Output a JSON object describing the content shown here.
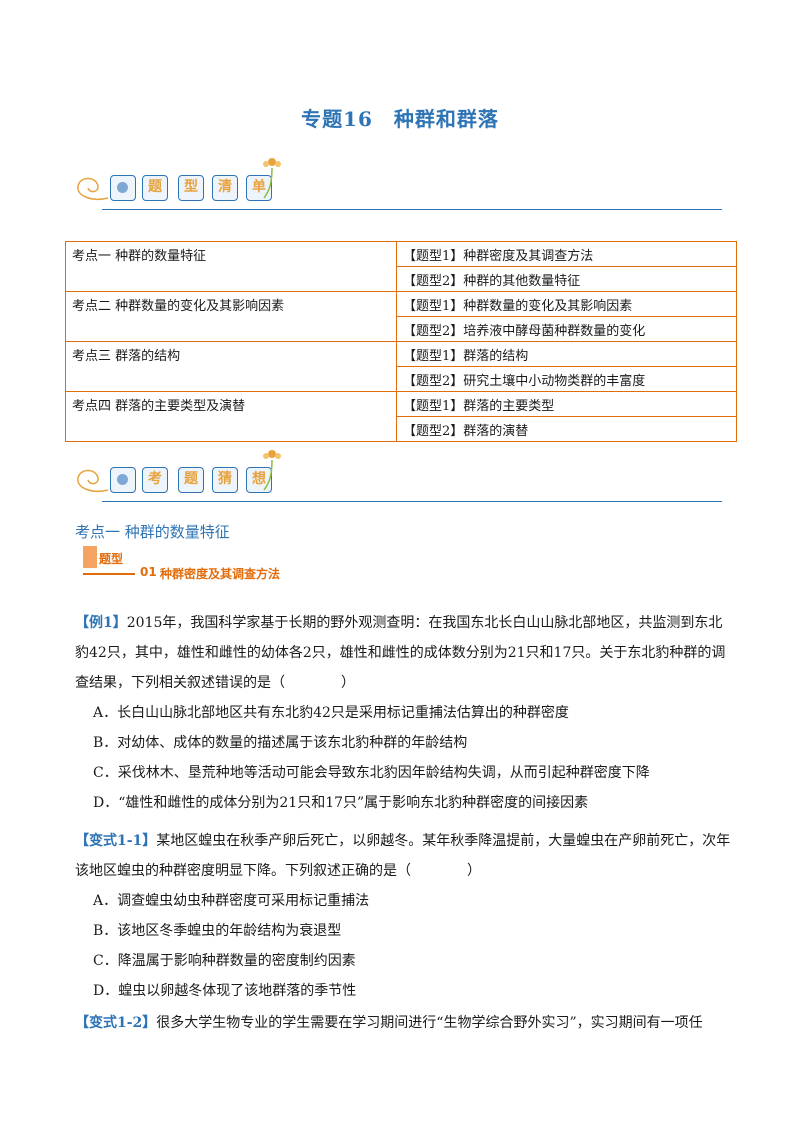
{
  "title": "专题16　种群和群落",
  "banner1": {
    "chars": [
      "题",
      "型",
      "清",
      "单"
    ]
  },
  "banner2": {
    "chars": [
      "考",
      "题",
      "猜",
      "想"
    ]
  },
  "toc": [
    {
      "kaodian": "考点一  种群的数量特征",
      "tixing": [
        "【题型1】种群密度及其调查方法",
        "【题型2】种群的其他数量特征"
      ]
    },
    {
      "kaodian": "考点二  种群数量的变化及其影响因素",
      "tixing": [
        "【题型1】种群数量的变化及其影响因素",
        "【题型2】培养液中酵母菌种群数量的变化"
      ]
    },
    {
      "kaodian": "考点三  群落的结构",
      "tixing": [
        "【题型1】群落的结构",
        "【题型2】研究土壤中小动物类群的丰富度"
      ]
    },
    {
      "kaodian": "考点四  群落的主要类型及演替",
      "tixing": [
        "【题型1】群落的主要类型",
        "【题型2】群落的演替"
      ]
    }
  ],
  "section_heading": "考点一  种群的数量特征",
  "tixing_badge": {
    "label": "题型",
    "num": "01",
    "title": "种群密度及其调查方法"
  },
  "example1": {
    "tag": "【例1】",
    "stem": "2015年，我国科学家基于长期的野外观测查明：在我国东北长白山山脉北部地区，共监测到东北豹42只，其中，雄性和雌性的幼体各2只，雄性和雌性的成体数分别为21只和17只。关于东北豹种群的调查结果，下列相关叙述错误的是（　　　　）",
    "options": [
      "A．长白山山脉北部地区共有东北豹42只是采用标记重捕法估算出的种群密度",
      "B．对幼体、成体的数量的描述属于该东北豹种群的年龄结构",
      "C．采伐林木、垦荒种地等活动可能会导致东北豹因年龄结构失调，从而引起种群密度下降",
      "D．“雄性和雌性的成体分别为21只和17只”属于影响东北豹种群密度的间接因素"
    ]
  },
  "variant1": {
    "tag": "【变式1-1】",
    "stem": "某地区蝗虫在秋季产卵后死亡，以卵越冬。某年秋季降温提前，大量蝗虫在产卵前死亡，次年该地区蝗虫的种群密度明显下降。下列叙述正确的是（　　　　）",
    "options": [
      "A．调查蝗虫幼虫种群密度可采用标记重捕法",
      "B．该地区冬季蝗虫的年龄结构为衰退型",
      "C．降温属于影响种群数量的密度制约因素",
      "D．蝗虫以卵越冬体现了该地群落的季节性"
    ]
  },
  "variant2": {
    "tag": "【变式1-2】",
    "stem": "很多大学生物专业的学生需要在学习期间进行“生物学综合野外实习”，实习期间有一项任"
  }
}
